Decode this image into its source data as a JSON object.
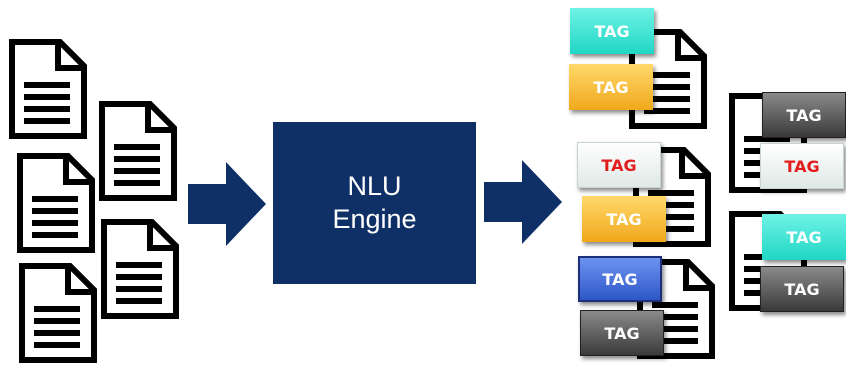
{
  "engine": {
    "line1": "NLU",
    "line2": "Engine"
  },
  "tags": {
    "t1": "TAG",
    "t2": "TAG",
    "t3": "TAG",
    "t4": "TAG",
    "t5": "TAG",
    "t6": "TAG",
    "t7": "TAG",
    "t8": "TAG",
    "t9": "TAG",
    "t10": "TAG"
  },
  "colors": {
    "engine": "#0f3066",
    "arrow": "#0f3066",
    "tag_cyan": "#20d6c4",
    "tag_yellow": "#f0a81c",
    "tag_white_text": "#e21d1d",
    "tag_blue": "#2d57c8",
    "tag_gray": "#3a3a3a"
  },
  "icons": [
    "document-icon",
    "arrow-right-icon",
    "tag-label"
  ]
}
